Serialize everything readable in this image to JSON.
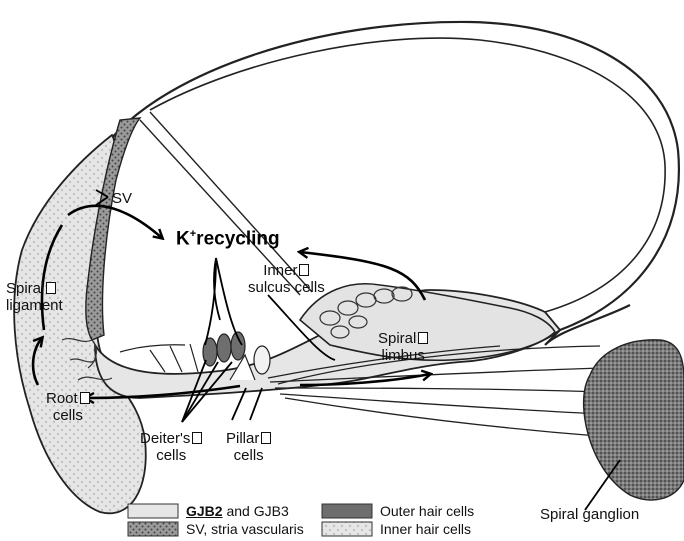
{
  "colors": {
    "gjb_fill": "#e6e6e6",
    "sv_fill": "#8a8a8a",
    "outer_hair_fill": "#6e6e6e",
    "inner_hair_fill": "#f2f2f2",
    "outline": "#222222"
  },
  "center_label": {
    "k": "K",
    "sup": "+",
    "text": "recycling"
  },
  "labels": {
    "sv": "SV",
    "spiral_ligament": [
      "Spiral",
      "ligament"
    ],
    "inner_sulcus": [
      "Inner",
      "sulcus cells"
    ],
    "spiral_limbus": [
      "Spiral",
      "limbus"
    ],
    "root_cells": [
      "Root",
      "cells"
    ],
    "deiters": [
      "Deiter's",
      "cells"
    ],
    "pillar": [
      "Pillar",
      "cells"
    ],
    "spiral_ganglion": "Spiral ganglion"
  },
  "legend": {
    "gjb_bold": "GJB2",
    "gjb_rest": " and GJB3",
    "sv": "SV, stria vascularis",
    "outer_hair": "Outer hair cells",
    "inner_hair": "Inner hair cells"
  }
}
